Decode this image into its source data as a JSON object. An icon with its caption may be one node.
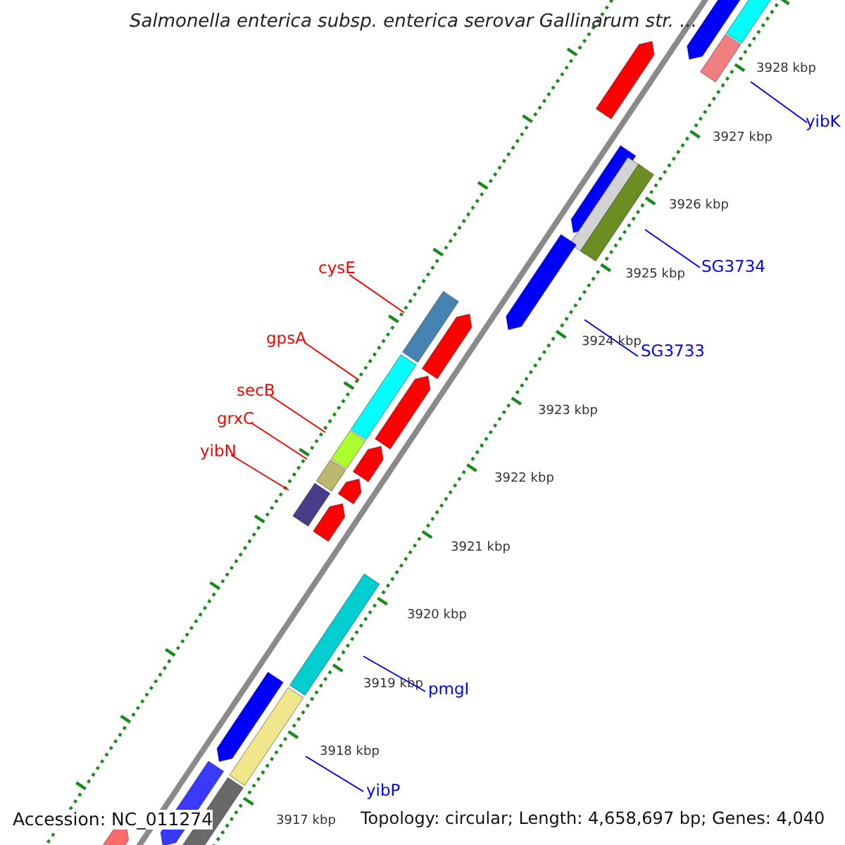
{
  "diagram": {
    "title": "Salmonella enterica subsp. enterica serovar Gallinarum str. ...",
    "nodes": [
      {
        "text": [
          "yibK"
        ]
      },
      {
        "text": [
          "SG3734"
        ]
      },
      {
        "text": [
          "cysE"
        ]
      },
      {
        "text": [
          "SG3733"
        ]
      },
      {
        "text": [
          "gpsA"
        ]
      },
      {
        "text": [
          "secB"
        ]
      },
      {
        "text": [
          "grxC"
        ]
      },
      {
        "text": [
          "yibN"
        ]
      },
      {
        "text": [
          "pmgI"
        ]
      },
      {
        "text": [
          "yibP"
        ]
      },
      {
        "text": [],
        "shape": "bar"
      },
      {
        "text": [],
        "shape": "bar"
      },
      {
        "text": [],
        "shape": "bar"
      },
      {
        "text": [],
        "shape": "bar"
      },
      {
        "text": [],
        "shape": "bar"
      },
      {
        "text": [],
        "shape": "bar"
      },
      {
        "text": [],
        "shape": "bar"
      },
      {
        "text": [],
        "shape": "bar"
      },
      {
        "text": [],
        "shape": "bar"
      },
      {
        "text": [],
        "shape": "bar"
      }
    ],
    "edges": [
      {
        "from": 0,
        "to": 10,
        "arrow": "none",
        "color": "#0000ff"
      },
      {
        "from": 1,
        "to": 11,
        "arrow": "none",
        "color": "#0000ff"
      },
      {
        "from": 2,
        "to": 12,
        "arrow": "none",
        "color": "#ff0000"
      },
      {
        "from": 3,
        "to": 13,
        "arrow": "none",
        "color": "#0000ff"
      },
      {
        "from": 4,
        "to": 14,
        "arrow": "none",
        "color": "#ff0000"
      },
      {
        "from": 5,
        "to": 15,
        "arrow": "none",
        "color": "#ff0000"
      },
      {
        "from": 6,
        "to": 16,
        "arrow": "none",
        "color": "#ff0000"
      },
      {
        "from": 7,
        "to": 17,
        "arrow": "none",
        "color": "#ff0000"
      },
      {
        "from": 8,
        "to": 18,
        "arrow": "none",
        "color": "#0000ff"
      },
      {
        "from": 9,
        "to": 19,
        "arrow": "none",
        "color": "#0000ff"
      }
    ],
    "labels": [
      "3928 kbp",
      "3927 kbp",
      "3926 kbp",
      "3925 kbp",
      "3924 kbp",
      "3923 kbp",
      "3922 kbp",
      "3921 kbp",
      "3920 kbp",
      "3919 kbp",
      "3918 kbp",
      "3917 kbp",
      "Accession: NC_011274",
      "Topology: circular; Length: 4,658,697 bp; Genes: 4,040"
    ]
  }
}
